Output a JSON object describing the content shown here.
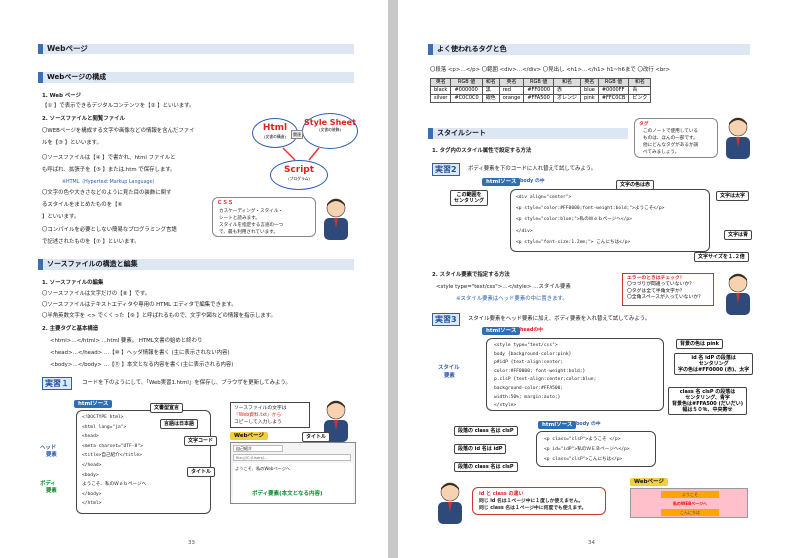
{
  "left": {
    "title": "Webページ",
    "sec1": "Webページの構成",
    "s1_1": "1.  Web ページ",
    "s1_1a": "【①                】で表示できるデジタルコンテンツを【②                        】といいます。",
    "s1_2": "2.  ソースファイルと閲覧ファイル",
    "s1_2a": "〇WEBページを構成する文字や画像などの情報を含んだファイ",
    "s1_2b": "  ルを【③                        】といいます。",
    "s1_2c": "〇ソースファイルは【④                      】で書かれ、html ファイルと",
    "s1_2d": "  も呼ばれ、拡張子を【⑤           】または.htm で保存します。",
    "s1_2e": "※HTML（Hypertext Markup Language）",
    "s1_2f": "〇文字の色や大きさなどのように見た目の装飾に関す",
    "s1_2g": "  るスタイルをまとめたものを【⑥                ",
    "s1_2h": "  】といいます。",
    "s1_2i": "〇コンパイルを必要としない簡易なプログラミング言語",
    "s1_2j": "  で記述されたものを【⑦                  】といいます。",
    "diag_html": "Html",
    "diag_html_sub": "(文書の構造)",
    "diag_style": "Style Sheet",
    "diag_style_sub": "(文書の装飾)",
    "diag_script": "Script",
    "diag_script_sub": "(プログラム)",
    "diag_link": "関連",
    "css_title": "ＣＳＳ",
    "css_1": "カスケーディング・スタイル・",
    "css_2": "シートと読みます。",
    "css_3": "スタイルを指定する言語の一つ",
    "css_4": "で、最も利用されています。",
    "sec2": "ソースファイルの構造と編集",
    "s2_1": "1.  ソースファイルの編集",
    "s2_1a": "〇ソースファイルは文字だけの【⑧                      】です。",
    "s2_1b": "〇ソースファイルはテキストエディタや専用の HTML エディタで編集できます。",
    "s2_1c": "〇半角英数文字を <> でくくった【⑨            】と呼ばれるもので、文字や図などの情報を指示します。",
    "s2_2": "2.  主要タグと基本構造",
    "s2_2a": "<html>…</html>  …html 要素。              HTML文書の始めと終わり",
    "s2_2b": "<head>…</head>  …【⑩                  】へッダ情報を書く  (主に表示されない内容)",
    "s2_2c": "<body>…</body>  …【⑪                  】本文となる内容を書く(主に表示される内容)",
    "ex1_num": "実習１",
    "ex1_text": "コードを下のようにして、「Web実習1.html」を保存し、ブラウザを更新してみよう。",
    "src_tag": "htmlソース",
    "code": [
      "<!DOCTYPE html>",
      "<html lang=\"ja\">",
      "  <head>",
      "    <meta charset=\"UTF-8\">",
      "    <title>自己紹介</title>",
      "  </head>",
      "  <body>",
      "    ようこそ、私のＷｅｂページへ",
      "  </body>",
      "</html>"
    ],
    "lbl_doctype": "文書型宣言",
    "lbl_lang": "言語は日本語",
    "lbl_charset": "文字コード",
    "lbl_title": "タイトル",
    "lbl_head": "ヘッド",
    "lbl_head2": "要素",
    "lbl_body": "ボディ",
    "lbl_body2": "要素",
    "tip_1": "ソースファイルの文字は",
    "tip_2": "『Web資料.txt』から",
    "tip_3": "コピーして入力しよう",
    "web_tag": "Webページ",
    "web_title_lbl": "タイトル",
    "browser_tab": "自己紹介",
    "browser_url": "file:///C:/Users/...",
    "browser_body": "ようこそ、私のWebページへ",
    "body_lbl": "ボディ要素(本文となる内容)",
    "page_no": "33"
  },
  "right": {
    "sec1": "よく使われるタグと色",
    "tags_line": "〇段落 <p>…</p>  〇範囲 <div>…</div>  〇見出し <h1>…</h1>   h1~h6まで  〇改行 <br>",
    "colors_head": [
      "英名",
      "RGB 値",
      "和名",
      "英名",
      "RGB 値",
      "和名",
      "英名",
      "RGB 値",
      "和名"
    ],
    "colors_rows": [
      [
        "black",
        "#000000",
        "黒",
        "red",
        "#FF0000",
        "赤",
        "blue",
        "#0000FF",
        "青"
      ],
      [
        "silver",
        "#C0C0C0",
        "銀色",
        "orange",
        "#FFA500",
        "オレンジ",
        "pink",
        "#FFC0CB",
        "ピンク"
      ]
    ],
    "tag_note_1": "タグ",
    "tag_note_2": "このノートで使用している",
    "tag_note_3": "ものは、ほんの一部です。",
    "tag_note_4": "他にどんなタグがあるか調",
    "tag_note_5": "べてみましょう。",
    "sec2": "スタイルシート",
    "s1": "1.  タグ内のスタイル属性で設定する方法",
    "ex2_num": "実習2",
    "ex2_text": "ボディ要素を下のコードに入れ替えて試してみよう。",
    "src_tag": "htmlソース",
    "body_inner": "body の中",
    "center_lbl_1": "この範囲を",
    "center_lbl_2": "センタリング",
    "lbl_red": "文字の色は赤",
    "lbl_bold": "文字は太字",
    "lbl_blue": "文字は青",
    "lbl_size": "文字サイズを１.２倍",
    "code2": [
      "<div align=\"center\">",
      "  <p style=\"color:#FF0000;font-weight:bold;\">ようこそ</p>",
      "  <p style=\"color:blue;\">私のＷｅｂページへ</p>",
      "</div>",
      "<p style=\"font-size:1.2em;\"> こんにちは</p>"
    ],
    "s2": "2.  スタイル要素で指定する方法",
    "s2a": "<style type=\"text/css\">…</style>  …スタイル要素",
    "s2b": "※スタイル要素はヘッド要素の中に置きます。",
    "err_1": "エラーのときはチェック！",
    "err_2": "〇つづりが間違っていないか？",
    "err_3": "〇タグは全て半角文字か？",
    "err_4": "〇全角スペースが入っていないか？",
    "ex3_num": "実習3",
    "ex3_text": "スタイル要素をヘッド要素に加え、ボディ要素を入れ替えて試してみよう。",
    "head_inner": "headの中",
    "style_lbl_1": "スタイル",
    "style_lbl_2": "要素",
    "code3": [
      "<style type=\"text/css\">",
      "  body {background-color:pink}",
      "  p#idP {text-align:center;",
      "      color:#FF0000; font-weight:bold;}",
      "  p.clsP {text-align:center;color:blue;",
      "      background-color:#FFA500;",
      "      width:50%;  margin:auto;}",
      "</style>"
    ],
    "n_bg": "背景の色は pink",
    "n_id_1": "id 名 idP の段落は",
    "n_id_2": "センタリング",
    "n_id_3": "字の色は#FF0000 (赤)、太字",
    "n_cls_1": "class 名 clsP の段落は",
    "n_cls_2": "センタリング、青字",
    "n_cls_3": "背景色は#FFA500 (だいだい)",
    "n_cls_4": "幅は５０％、中央寄せ",
    "code4": [
      "<p class=\"clsP\">ようこそ </p>",
      "<p id=\"idP\">私のＷＥＢページへ</p>",
      "<p class=\"clsP\">こんにちは</p>"
    ],
    "p_cls1": "段落の class 名は clsP",
    "p_id": "段落の id 名は idP",
    "p_cls2": "段落の class 名は clsP",
    "diff_1": "id と class の違い",
    "diff_2": "同じ id 名は１ページ中に１度しか使えません。",
    "diff_3": "同じ class 名は１ページ中に何度でも使えます。",
    "web_tag": "Webページ",
    "prev_1": "ようこそ",
    "prev_2": "私のWEBページへ",
    "prev_3": "こんにちは",
    "page_no": "34"
  },
  "colors": {
    "accent": "#3c6fb0",
    "pink": "#FFC0CB",
    "orange": "#FFA500",
    "red": "#FF0000"
  }
}
